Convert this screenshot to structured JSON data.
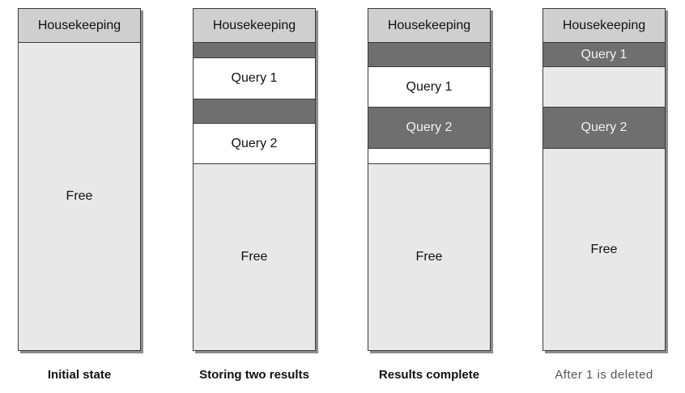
{
  "columns": [
    {
      "caption": "Initial state",
      "housekeeping": "Housekeeping",
      "free": "Free"
    },
    {
      "caption": "Storing two results",
      "housekeeping": "Housekeeping",
      "query1": "Query 1",
      "query2": "Query 2",
      "free": "Free"
    },
    {
      "caption": "Results complete",
      "housekeeping": "Housekeeping",
      "query1": "Query 1",
      "query2": "Query 2",
      "free": "Free"
    },
    {
      "caption": "After 1 is deleted",
      "housekeeping": "Housekeeping",
      "query1": "Query 1",
      "query2": "Query 2",
      "free": "Free"
    }
  ]
}
